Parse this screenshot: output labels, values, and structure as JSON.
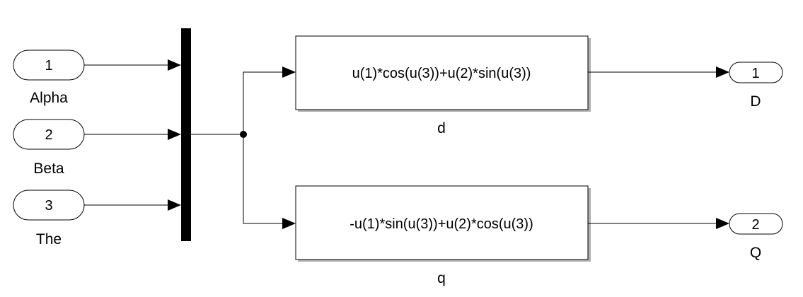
{
  "colors": {
    "background": "#ffffff",
    "line": "#000000",
    "block_fill": "#ffffff",
    "block_shadow": "#b0b0b0",
    "mux_fill": "#000000"
  },
  "inports": [
    {
      "number": "1",
      "name": "Alpha"
    },
    {
      "number": "2",
      "name": "Beta"
    },
    {
      "number": "3",
      "name": "The"
    }
  ],
  "mux": {
    "shape": "black-bar"
  },
  "fcn_blocks": [
    {
      "name": "d",
      "expression": "u(1)*cos(u(3))+u(2)*sin(u(3))"
    },
    {
      "name": "q",
      "expression": "-u(1)*sin(u(3))+u(2)*cos(u(3))"
    }
  ],
  "outports": [
    {
      "number": "1",
      "name": "D"
    },
    {
      "number": "2",
      "name": "Q"
    }
  ]
}
